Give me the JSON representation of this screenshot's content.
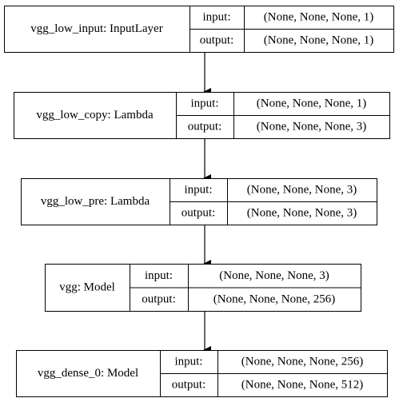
{
  "nodes": [
    {
      "id": "vgg_low_input",
      "name": "vgg_low_input: InputLayer",
      "input_label": "input:",
      "input_shape": "(None, None, None, 1)",
      "output_label": "output:",
      "output_shape": "(None, None, None, 1)"
    },
    {
      "id": "vgg_low_copy",
      "name": "vgg_low_copy: Lambda",
      "input_label": "input:",
      "input_shape": "(None, None, None, 1)",
      "output_label": "output:",
      "output_shape": "(None, None, None, 3)"
    },
    {
      "id": "vgg_low_pre",
      "name": "vgg_low_pre: Lambda",
      "input_label": "input:",
      "input_shape": "(None, None, None, 3)",
      "output_label": "output:",
      "output_shape": "(None, None, None, 3)"
    },
    {
      "id": "vgg",
      "name": "vgg: Model",
      "input_label": "input:",
      "input_shape": "(None, None, None, 3)",
      "output_label": "output:",
      "output_shape": "(None, None, None, 256)"
    },
    {
      "id": "vgg_dense_0",
      "name": "vgg_dense_0: Model",
      "input_label": "input:",
      "input_shape": "(None, None, None, 256)",
      "output_label": "output:",
      "output_shape": "(None, None, None, 512)"
    }
  ],
  "edges": [
    {
      "from": 0,
      "to": 1
    },
    {
      "from": 1,
      "to": 2
    },
    {
      "from": 2,
      "to": 3
    },
    {
      "from": 3,
      "to": 4
    }
  ]
}
